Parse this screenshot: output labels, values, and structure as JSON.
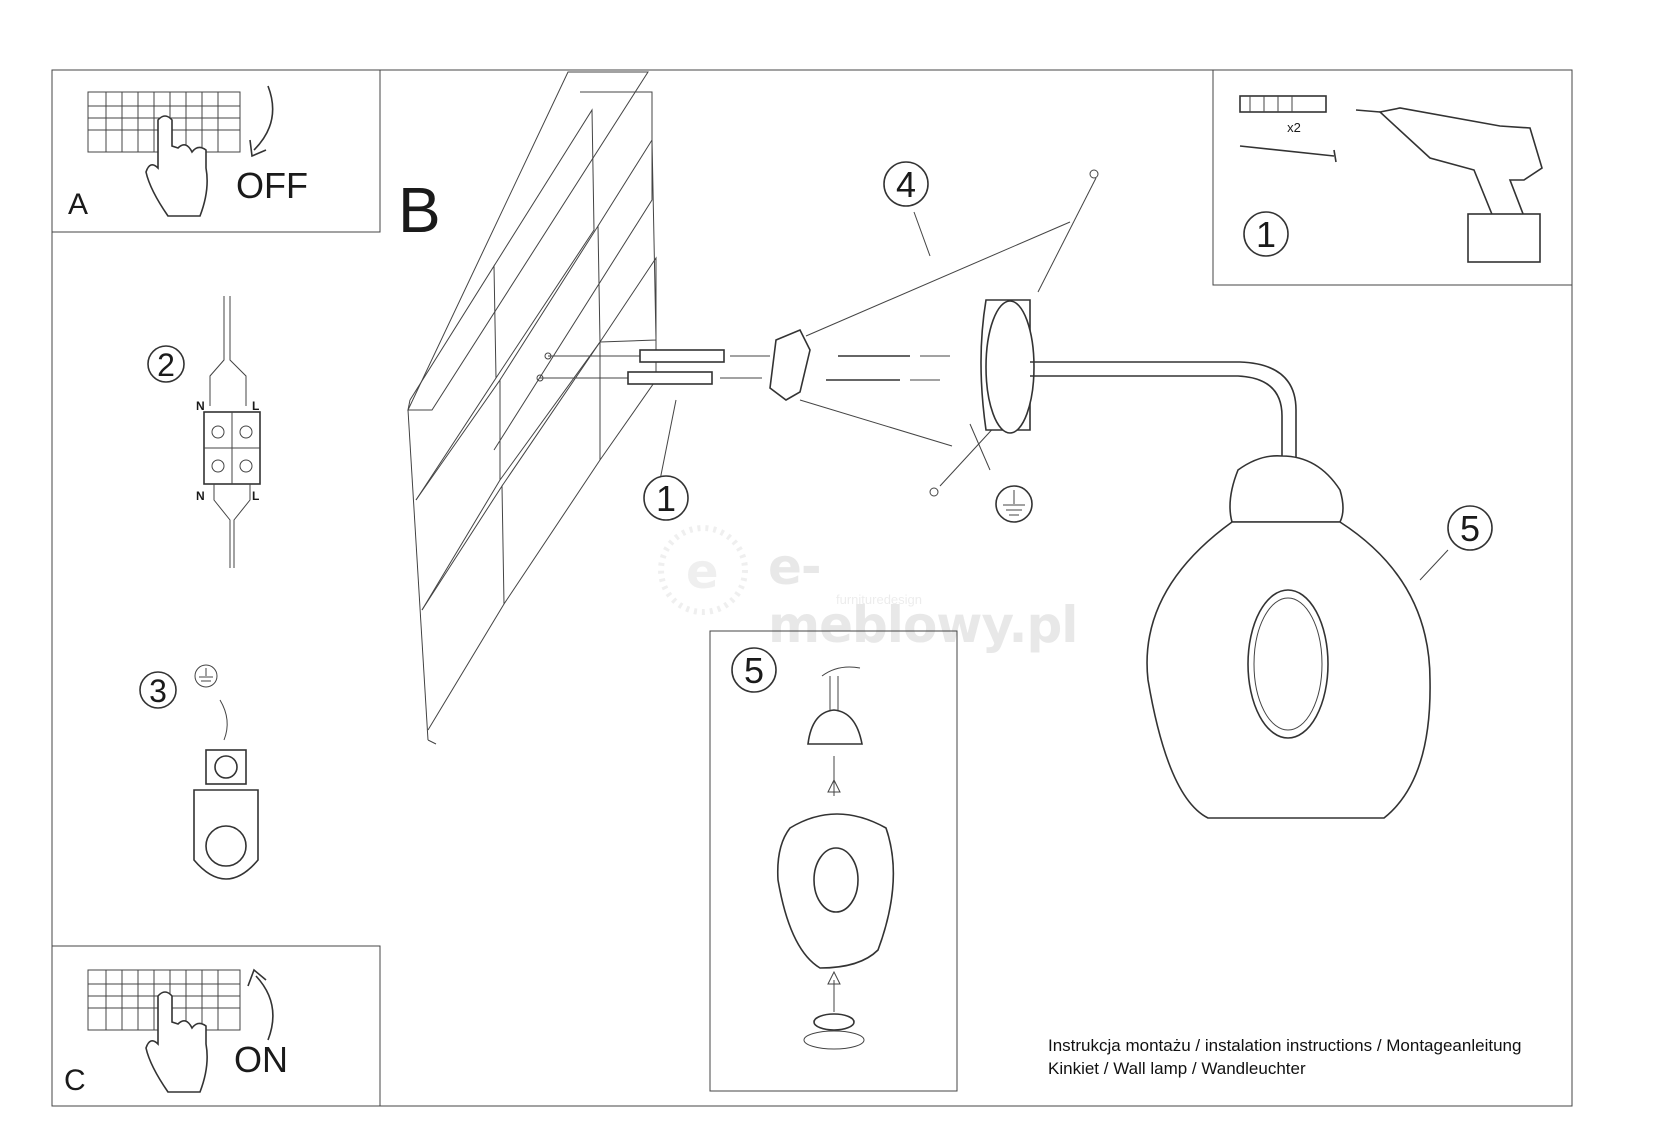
{
  "panels": {
    "a": {
      "letter": "A",
      "state": "OFF"
    },
    "b": {
      "letter": "B"
    },
    "c": {
      "letter": "C",
      "state": "ON"
    }
  },
  "steps": {
    "s1_box": "1",
    "s1_main": "1",
    "s2": "2",
    "s3": "3",
    "s4": "4",
    "s5_main": "5",
    "s5_box": "5"
  },
  "tools": {
    "quantity": "x2"
  },
  "wiring": {
    "n_top": "N",
    "l_top": "L",
    "n_bottom": "N",
    "l_bottom": "L"
  },
  "footer": {
    "line1": "Instrukcja montażu / instalation instructions / Montageanleitung",
    "line2": "Kinkiet / Wall lamp / Wandleuchter"
  },
  "watermark": {
    "brand": "e-meblowy.pl",
    "sub": "furnituredesign"
  },
  "icons": [
    "breaker-panel-icon",
    "hand-icon",
    "curved-arrow-icon",
    "wall-plug-icon",
    "screw-icon",
    "drill-icon",
    "terminal-block-icon",
    "ground-symbol-icon",
    "glass-shade-icon",
    "wall-lamp-icon"
  ]
}
